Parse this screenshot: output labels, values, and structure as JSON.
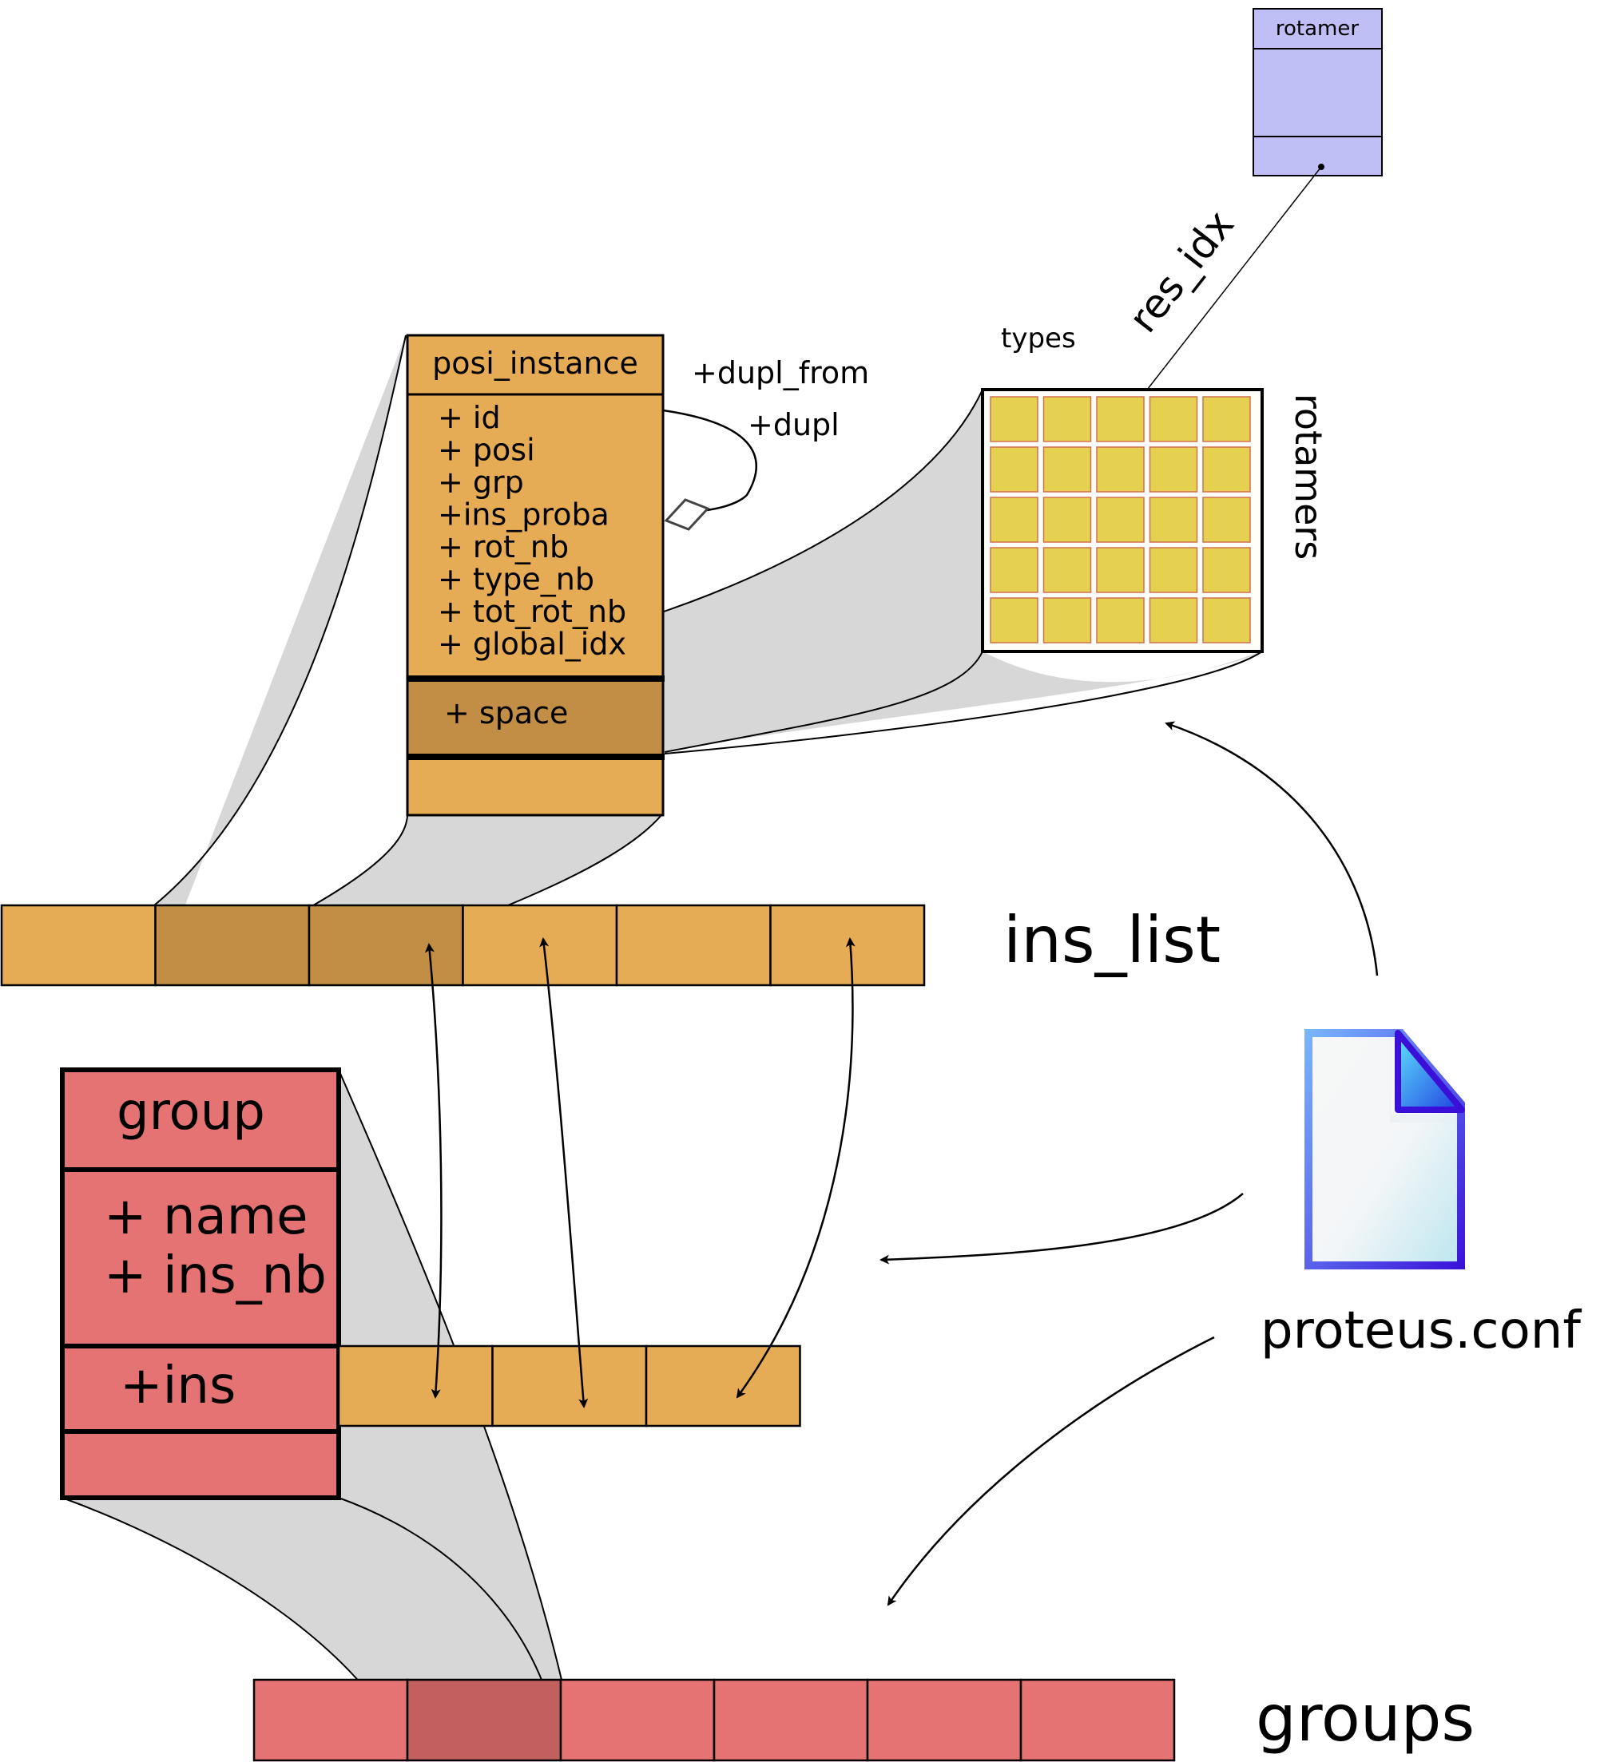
{
  "rotamer_class": {
    "title": "rotamer",
    "fill": "#bfbff5"
  },
  "res_idx_label": "res_idx",
  "types_label": "types",
  "rotamers_label": "rotamers",
  "posi_instance": {
    "title": "posi_instance",
    "attributes": [
      "+ id",
      "+ posi",
      "+ grp",
      "+ins_proba",
      "+ rot_nb",
      "+ type_nb",
      "+ tot_rot_nb",
      "+ global_idx"
    ],
    "pointer": "+ space",
    "fill": "#e6ac55",
    "pointer_fill": "#c28e45"
  },
  "self_association": {
    "from_label": "+dupl_from",
    "to_label": "+dupl"
  },
  "ins_list": {
    "label": "ins_list",
    "cells": 6,
    "highlighted": [
      1,
      2
    ]
  },
  "group_class": {
    "title": "group",
    "attributes": [
      "+ name",
      "+ ins_nb"
    ],
    "pointer": "+ins",
    "fill": "#e57373",
    "pointer_cells": 3
  },
  "groups": {
    "label": "groups",
    "cells": 6,
    "highlighted": [
      1
    ],
    "highlight_fill": "#c26060"
  },
  "config_file": {
    "label": "proteus.conf",
    "icon": "document-icon"
  },
  "matrix": {
    "rows": 5,
    "cols": 5,
    "cell_fill": "#e6d050",
    "cell_stroke": "#d07050"
  },
  "connector_fill": "#d7d7d7"
}
